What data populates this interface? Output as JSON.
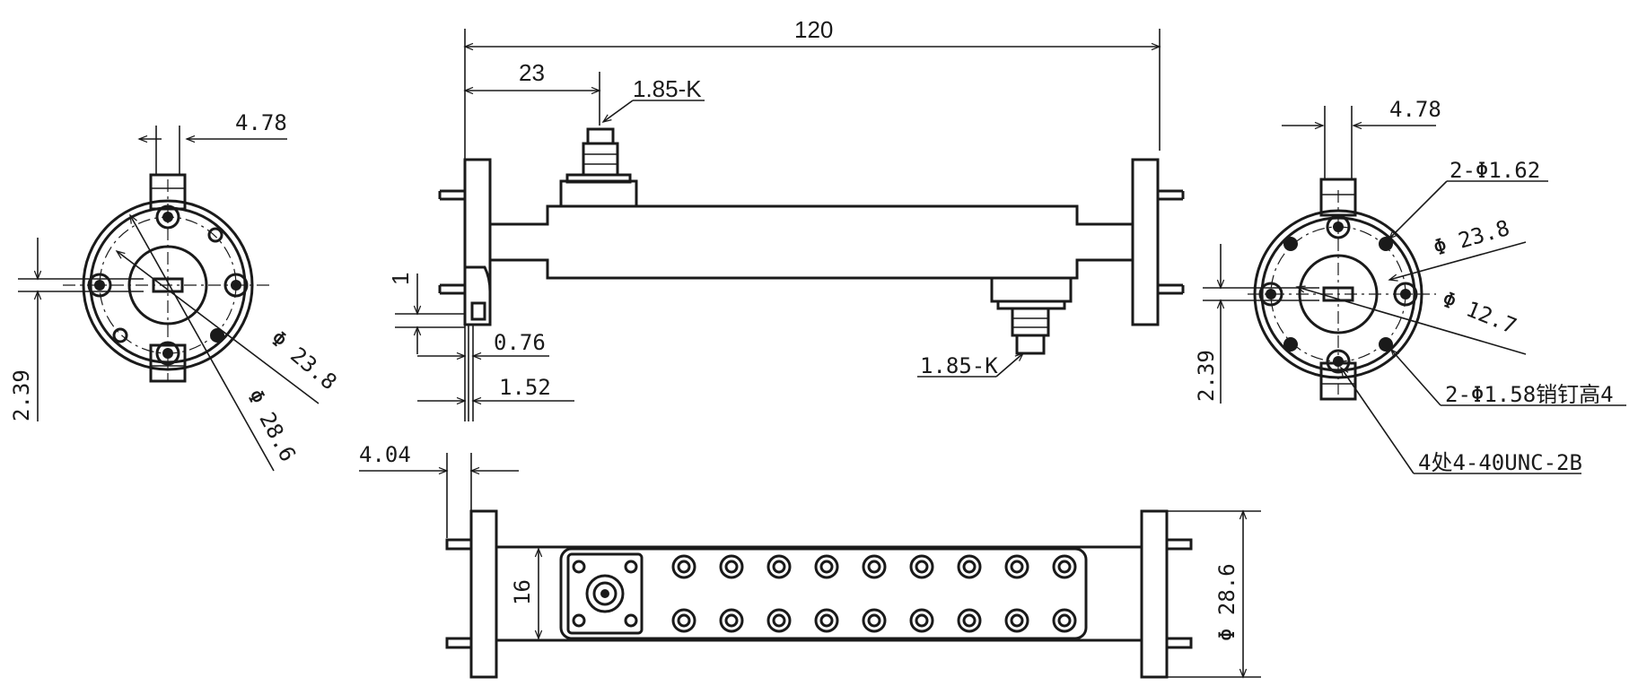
{
  "dimensions": {
    "overall_length": "120",
    "port_offset": "23",
    "port_connector_top": "1.85-K",
    "port_connector_bottom": "1.85-K",
    "flange_step": "1",
    "flange_gap": "0.76",
    "flange_thickness": "1.52",
    "flange_pin_length": "4.04",
    "body_height": "16",
    "flange_diameter": "Φ 28.6",
    "left_view": {
      "slot_width": "4.78",
      "slot_height": "2.39",
      "bolt_circle": "Φ 23.8",
      "flange_dia": "Φ 28.6"
    },
    "right_view": {
      "slot_width": "4.78",
      "slot_height": "2.39",
      "pin_hole": "2-Φ1.62",
      "bolt_circle": "Φ 23.8",
      "bore": "Φ 12.7",
      "dowel": "2-Φ1.58销钉高4",
      "thread": "4处4-40UNC-2B"
    }
  }
}
